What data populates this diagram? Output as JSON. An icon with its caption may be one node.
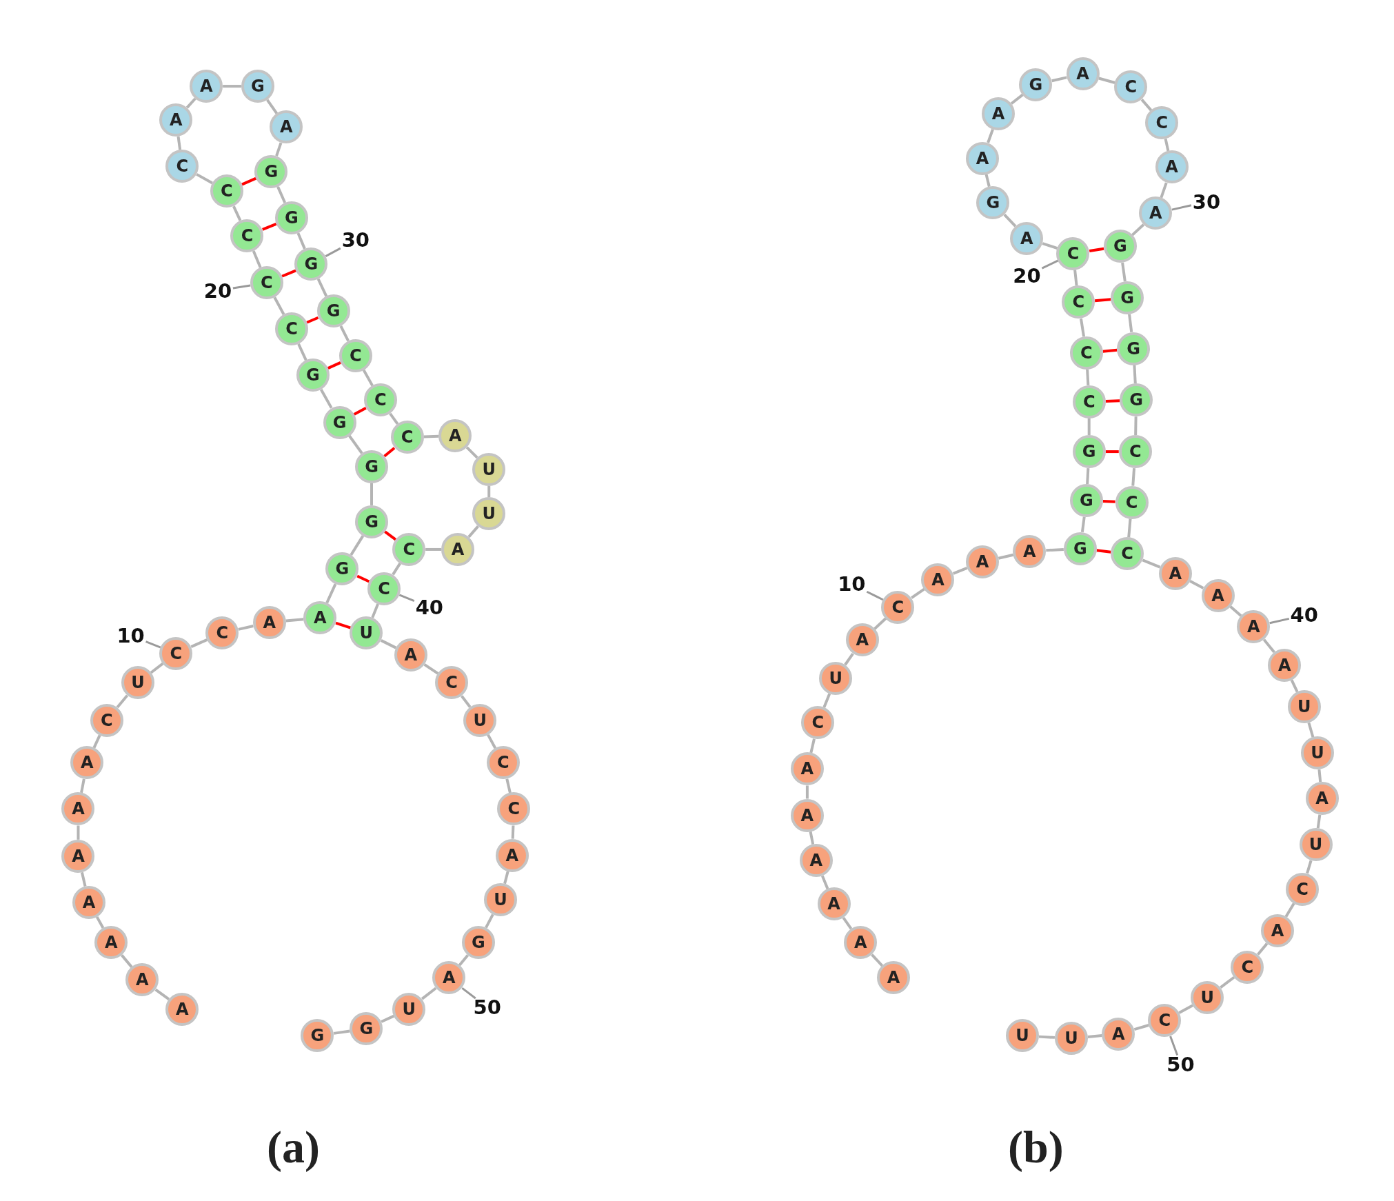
{
  "diagram": {
    "nodes": [
      {
        "text": [
          "A"
        ]
      },
      {
        "text": [
          "A"
        ]
      },
      {
        "text": [
          "A"
        ]
      },
      {
        "text": [
          "A"
        ]
      },
      {
        "text": [
          "A"
        ]
      },
      {
        "text": [
          "A"
        ]
      },
      {
        "text": [
          "A"
        ]
      },
      {
        "text": [
          "C"
        ]
      },
      {
        "text": [
          "U"
        ]
      },
      {
        "text": [
          "C"
        ]
      },
      {
        "text": [
          "C"
        ]
      },
      {
        "text": [
          "A"
        ]
      },
      {
        "text": [
          "A"
        ]
      },
      {
        "text": [
          "G"
        ]
      },
      {
        "text": [
          "G"
        ]
      },
      {
        "text": [
          "G"
        ]
      },
      {
        "text": [
          "G"
        ]
      },
      {
        "text": [
          "G"
        ]
      },
      {
        "text": [
          "C"
        ]
      },
      {
        "text": [
          "C"
        ]
      },
      {
        "text": [
          "C"
        ]
      },
      {
        "text": [
          "C"
        ]
      },
      {
        "text": [
          "C"
        ]
      },
      {
        "text": [
          "A"
        ]
      },
      {
        "text": [
          "A"
        ]
      },
      {
        "text": [
          "G"
        ]
      },
      {
        "text": [
          "A"
        ]
      },
      {
        "text": [
          "G"
        ]
      },
      {
        "text": [
          "G"
        ]
      },
      {
        "text": [
          "G"
        ]
      },
      {
        "text": [
          "G"
        ]
      },
      {
        "text": [
          "C"
        ]
      },
      {
        "text": [
          "C"
        ]
      },
      {
        "text": [
          "C"
        ]
      },
      {
        "text": [
          "A"
        ]
      },
      {
        "text": [
          "U"
        ]
      },
      {
        "text": [
          "U"
        ]
      },
      {
        "text": [
          "A"
        ]
      },
      {
        "text": [
          "C"
        ]
      },
      {
        "text": [
          "C"
        ]
      },
      {
        "text": [
          "U"
        ]
      },
      {
        "text": [
          "A"
        ]
      },
      {
        "text": [
          "C"
        ]
      },
      {
        "text": [
          "U"
        ]
      },
      {
        "text": [
          "C"
        ]
      },
      {
        "text": [
          "C"
        ]
      },
      {
        "text": [
          "A"
        ]
      },
      {
        "text": [
          "U"
        ]
      },
      {
        "text": [
          "G"
        ]
      },
      {
        "text": [
          "A"
        ]
      },
      {
        "text": [
          "U"
        ]
      },
      {
        "text": [
          "G"
        ]
      },
      {
        "text": [
          "G"
        ]
      },
      {
        "text": [
          "10"
        ]
      },
      {
        "text": [
          "20"
        ]
      },
      {
        "text": [
          "30"
        ]
      },
      {
        "text": [
          "40"
        ]
      },
      {
        "text": [
          "50"
        ]
      },
      {
        "text": [
          "A"
        ]
      },
      {
        "text": [
          "A"
        ]
      },
      {
        "text": [
          "A"
        ]
      },
      {
        "text": [
          "A"
        ]
      },
      {
        "text": [
          "A"
        ]
      },
      {
        "text": [
          "A"
        ]
      },
      {
        "text": [
          "C"
        ]
      },
      {
        "text": [
          "U"
        ]
      },
      {
        "text": [
          "A"
        ]
      },
      {
        "text": [
          "C"
        ]
      },
      {
        "text": [
          "A"
        ]
      },
      {
        "text": [
          "A"
        ]
      },
      {
        "text": [
          "A"
        ]
      },
      {
        "text": [
          "G"
        ]
      },
      {
        "text": [
          "G"
        ]
      },
      {
        "text": [
          "G"
        ]
      },
      {
        "text": [
          "C"
        ]
      },
      {
        "text": [
          "C"
        ]
      },
      {
        "text": [
          "C"
        ]
      },
      {
        "text": [
          "C"
        ]
      },
      {
        "text": [
          "A"
        ]
      },
      {
        "text": [
          "G"
        ]
      },
      {
        "text": [
          "A"
        ]
      },
      {
        "text": [
          "A"
        ]
      },
      {
        "text": [
          "G"
        ]
      },
      {
        "text": [
          "A"
        ]
      },
      {
        "text": [
          "C"
        ]
      },
      {
        "text": [
          "C"
        ]
      },
      {
        "text": [
          "A"
        ]
      },
      {
        "text": [
          "A"
        ]
      },
      {
        "text": [
          "G"
        ]
      },
      {
        "text": [
          "G"
        ]
      },
      {
        "text": [
          "G"
        ]
      },
      {
        "text": [
          "G"
        ]
      },
      {
        "text": [
          "C"
        ]
      },
      {
        "text": [
          "C"
        ]
      },
      {
        "text": [
          "C"
        ]
      },
      {
        "text": [
          "A"
        ]
      },
      {
        "text": [
          "A"
        ]
      },
      {
        "text": [
          "A"
        ]
      },
      {
        "text": [
          "A"
        ]
      },
      {
        "text": [
          "U"
        ]
      },
      {
        "text": [
          "U"
        ]
      },
      {
        "text": [
          "A"
        ]
      },
      {
        "text": [
          "U"
        ]
      },
      {
        "text": [
          "C"
        ]
      },
      {
        "text": [
          "A"
        ]
      },
      {
        "text": [
          "C"
        ]
      },
      {
        "text": [
          "U"
        ]
      },
      {
        "text": [
          "C"
        ]
      },
      {
        "text": [
          "A"
        ]
      },
      {
        "text": [
          "U"
        ]
      },
      {
        "text": [
          "U"
        ]
      },
      {
        "text": [
          "10"
        ]
      },
      {
        "text": [
          "20"
        ]
      },
      {
        "text": [
          "30"
        ]
      },
      {
        "text": [
          "40"
        ]
      },
      {
        "text": [
          "50"
        ]
      }
    ],
    "edges": [
      {
        "from": 0,
        "to": 1,
        "arrow": "none"
      },
      {
        "from": 1,
        "to": 2,
        "arrow": "none"
      },
      {
        "from": 2,
        "to": 3,
        "arrow": "none"
      },
      {
        "from": 3,
        "to": 4,
        "arrow": "none"
      },
      {
        "from": 4,
        "to": 5,
        "arrow": "none"
      },
      {
        "from": 5,
        "to": 6,
        "arrow": "none"
      },
      {
        "from": 6,
        "to": 7,
        "arrow": "none"
      },
      {
        "from": 7,
        "to": 8,
        "arrow": "none"
      },
      {
        "from": 8,
        "to": 9,
        "arrow": "none"
      },
      {
        "from": 9,
        "to": 10,
        "arrow": "none"
      },
      {
        "from": 10,
        "to": 11,
        "arrow": "none"
      },
      {
        "from": 11,
        "to": 12,
        "arrow": "none"
      },
      {
        "from": 12,
        "to": 13,
        "arrow": "none"
      },
      {
        "from": 13,
        "to": 14,
        "arrow": "none"
      },
      {
        "from": 14,
        "to": 15,
        "arrow": "none"
      },
      {
        "from": 15,
        "to": 16,
        "arrow": "none"
      },
      {
        "from": 16,
        "to": 17,
        "arrow": "none"
      },
      {
        "from": 17,
        "to": 18,
        "arrow": "none"
      },
      {
        "from": 18,
        "to": 19,
        "arrow": "none"
      },
      {
        "from": 19,
        "to": 20,
        "arrow": "none"
      },
      {
        "from": 20,
        "to": 21,
        "arrow": "none"
      },
      {
        "from": 21,
        "to": 22,
        "arrow": "none"
      },
      {
        "from": 22,
        "to": 23,
        "arrow": "none"
      },
      {
        "from": 23,
        "to": 24,
        "arrow": "none"
      },
      {
        "from": 24,
        "to": 25,
        "arrow": "none"
      },
      {
        "from": 25,
        "to": 26,
        "arrow": "none"
      },
      {
        "from": 26,
        "to": 27,
        "arrow": "none"
      },
      {
        "from": 27,
        "to": 28,
        "arrow": "none"
      },
      {
        "from": 28,
        "to": 29,
        "arrow": "none"
      },
      {
        "from": 29,
        "to": 30,
        "arrow": "none"
      },
      {
        "from": 30,
        "to": 31,
        "arrow": "none"
      },
      {
        "from": 31,
        "to": 32,
        "arrow": "none"
      },
      {
        "from": 32,
        "to": 33,
        "arrow": "none"
      },
      {
        "from": 33,
        "to": 34,
        "arrow": "none"
      },
      {
        "from": 34,
        "to": 35,
        "arrow": "none"
      },
      {
        "from": 35,
        "to": 36,
        "arrow": "none"
      },
      {
        "from": 36,
        "to": 37,
        "arrow": "none"
      },
      {
        "from": 37,
        "to": 38,
        "arrow": "none"
      },
      {
        "from": 38,
        "to": 39,
        "arrow": "none"
      },
      {
        "from": 39,
        "to": 40,
        "arrow": "none"
      },
      {
        "from": 40,
        "to": 41,
        "arrow": "none"
      },
      {
        "from": 41,
        "to": 42,
        "arrow": "none"
      },
      {
        "from": 42,
        "to": 43,
        "arrow": "none"
      },
      {
        "from": 43,
        "to": 44,
        "arrow": "none"
      },
      {
        "from": 44,
        "to": 45,
        "arrow": "none"
      },
      {
        "from": 45,
        "to": 46,
        "arrow": "none"
      },
      {
        "from": 46,
        "to": 47,
        "arrow": "none"
      },
      {
        "from": 47,
        "to": 48,
        "arrow": "none"
      },
      {
        "from": 48,
        "to": 49,
        "arrow": "none"
      },
      {
        "from": 49,
        "to": 50,
        "arrow": "none"
      },
      {
        "from": 50,
        "to": 51,
        "arrow": "none"
      },
      {
        "from": 51,
        "to": 52,
        "arrow": "none"
      },
      {
        "from": 12,
        "to": 40,
        "arrow": "none",
        "color": "#ff0000"
      },
      {
        "from": 13,
        "to": 39,
        "arrow": "none",
        "color": "#ff0000"
      },
      {
        "from": 14,
        "to": 38,
        "arrow": "none",
        "color": "#ff0000"
      },
      {
        "from": 15,
        "to": 33,
        "arrow": "none",
        "color": "#ff0000"
      },
      {
        "from": 16,
        "to": 32,
        "arrow": "none",
        "color": "#ff0000"
      },
      {
        "from": 17,
        "to": 31,
        "arrow": "none",
        "color": "#ff0000"
      },
      {
        "from": 18,
        "to": 30,
        "arrow": "none",
        "color": "#ff0000"
      },
      {
        "from": 19,
        "to": 29,
        "arrow": "none",
        "color": "#ff0000"
      },
      {
        "from": 20,
        "to": 28,
        "arrow": "none",
        "color": "#ff0000"
      },
      {
        "from": 21,
        "to": 27,
        "arrow": "none",
        "color": "#ff0000"
      },
      {
        "from": 53,
        "to": 9,
        "arrow": "none"
      },
      {
        "from": 54,
        "to": 19,
        "arrow": "none"
      },
      {
        "from": 55,
        "to": 29,
        "arrow": "none"
      },
      {
        "from": 56,
        "to": 39,
        "arrow": "none"
      },
      {
        "from": 57,
        "to": 49,
        "arrow": "none"
      },
      {
        "from": 58,
        "to": 59,
        "arrow": "none"
      },
      {
        "from": 59,
        "to": 60,
        "arrow": "none"
      },
      {
        "from": 60,
        "to": 61,
        "arrow": "none"
      },
      {
        "from": 61,
        "to": 62,
        "arrow": "none"
      },
      {
        "from": 62,
        "to": 63,
        "arrow": "none"
      },
      {
        "from": 63,
        "to": 64,
        "arrow": "none"
      },
      {
        "from": 64,
        "to": 65,
        "arrow": "none"
      },
      {
        "from": 65,
        "to": 66,
        "arrow": "none"
      },
      {
        "from": 66,
        "to": 67,
        "arrow": "none"
      },
      {
        "from": 67,
        "to": 68,
        "arrow": "none"
      },
      {
        "from": 68,
        "to": 69,
        "arrow": "none"
      },
      {
        "from": 69,
        "to": 70,
        "arrow": "none"
      },
      {
        "from": 70,
        "to": 71,
        "arrow": "none"
      },
      {
        "from": 71,
        "to": 72,
        "arrow": "none"
      },
      {
        "from": 72,
        "to": 73,
        "arrow": "none"
      },
      {
        "from": 73,
        "to": 74,
        "arrow": "none"
      },
      {
        "from": 74,
        "to": 75,
        "arrow": "none"
      },
      {
        "from": 75,
        "to": 76,
        "arrow": "none"
      },
      {
        "from": 76,
        "to": 77,
        "arrow": "none"
      },
      {
        "from": 77,
        "to": 78,
        "arrow": "none"
      },
      {
        "from": 78,
        "to": 79,
        "arrow": "none"
      },
      {
        "from": 79,
        "to": 80,
        "arrow": "none"
      },
      {
        "from": 80,
        "to": 81,
        "arrow": "none"
      },
      {
        "from": 81,
        "to": 82,
        "arrow": "none"
      },
      {
        "from": 82,
        "to": 83,
        "arrow": "none"
      },
      {
        "from": 83,
        "to": 84,
        "arrow": "none"
      },
      {
        "from": 84,
        "to": 85,
        "arrow": "none"
      },
      {
        "from": 85,
        "to": 86,
        "arrow": "none"
      },
      {
        "from": 86,
        "to": 87,
        "arrow": "none"
      },
      {
        "from": 87,
        "to": 88,
        "arrow": "none"
      },
      {
        "from": 88,
        "to": 89,
        "arrow": "none"
      },
      {
        "from": 89,
        "to": 90,
        "arrow": "none"
      },
      {
        "from": 90,
        "to": 91,
        "arrow": "none"
      },
      {
        "from": 91,
        "to": 92,
        "arrow": "none"
      },
      {
        "from": 92,
        "to": 93,
        "arrow": "none"
      },
      {
        "from": 93,
        "to": 94,
        "arrow": "none"
      },
      {
        "from": 94,
        "to": 95,
        "arrow": "none"
      },
      {
        "from": 95,
        "to": 96,
        "arrow": "none"
      },
      {
        "from": 96,
        "to": 97,
        "arrow": "none"
      },
      {
        "from": 97,
        "to": 98,
        "arrow": "none"
      },
      {
        "from": 98,
        "to": 99,
        "arrow": "none"
      },
      {
        "from": 99,
        "to": 100,
        "arrow": "none"
      },
      {
        "from": 100,
        "to": 101,
        "arrow": "none"
      },
      {
        "from": 101,
        "to": 102,
        "arrow": "none"
      },
      {
        "from": 102,
        "to": 103,
        "arrow": "none"
      },
      {
        "from": 103,
        "to": 104,
        "arrow": "none"
      },
      {
        "from": 104,
        "to": 105,
        "arrow": "none"
      },
      {
        "from": 105,
        "to": 106,
        "arrow": "none"
      },
      {
        "from": 106,
        "to": 107,
        "arrow": "none"
      },
      {
        "from": 107,
        "to": 108,
        "arrow": "none"
      },
      {
        "from": 108,
        "to": 109,
        "arrow": "none"
      },
      {
        "from": 109,
        "to": 110,
        "arrow": "none"
      },
      {
        "from": 71,
        "to": 94,
        "arrow": "none",
        "color": "#ff0000"
      },
      {
        "from": 72,
        "to": 93,
        "arrow": "none",
        "color": "#ff0000"
      },
      {
        "from": 73,
        "to": 92,
        "arrow": "none",
        "color": "#ff0000"
      },
      {
        "from": 74,
        "to": 91,
        "arrow": "none",
        "color": "#ff0000"
      },
      {
        "from": 75,
        "to": 90,
        "arrow": "none",
        "color": "#ff0000"
      },
      {
        "from": 76,
        "to": 89,
        "arrow": "none",
        "color": "#ff0000"
      },
      {
        "from": 77,
        "to": 88,
        "arrow": "none",
        "color": "#ff0000"
      },
      {
        "from": 111,
        "to": 67,
        "arrow": "none"
      },
      {
        "from": 112,
        "to": 77,
        "arrow": "none"
      },
      {
        "from": 113,
        "to": 87,
        "arrow": "none"
      },
      {
        "from": 114,
        "to": 97,
        "arrow": "none"
      },
      {
        "from": 115,
        "to": 107,
        "arrow": "none"
      }
    ],
    "labels": [
      "(a)",
      "(b)"
    ]
  }
}
